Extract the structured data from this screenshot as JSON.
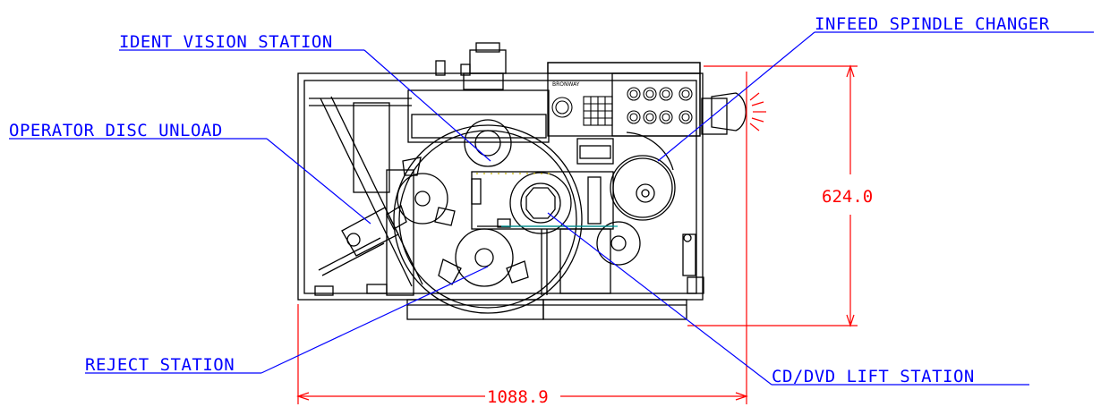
{
  "colors": {
    "drawing": "#000000",
    "callout": "#0000ff",
    "dimension": "#ff0000",
    "accent_cyan": "#00a0a0",
    "accent_yellow": "#c8b400"
  },
  "labels": {
    "ident_vision": "IDENT VISION STATION",
    "infeed_spindle": "INFEED SPINDLE CHANGER",
    "operator_unload": "OPERATOR DISC UNLOAD",
    "reject": "REJECT STATION",
    "lift": "CD/DVD LIFT STATION"
  },
  "dimensions": {
    "height": "624.0",
    "width": "1088.9"
  },
  "panel": {
    "brand": "BRONWAY"
  }
}
